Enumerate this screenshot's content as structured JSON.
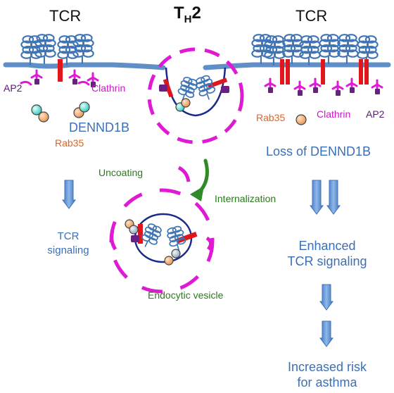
{
  "title": {
    "main": "T",
    "sub": "H",
    "suffix": "2"
  },
  "left": {
    "header": "TCR",
    "ap2": "AP2",
    "clathrin": "Clathrin",
    "dennd1b": "DENND1B",
    "rab35": "Rab35",
    "outcome": [
      "TCR",
      "signaling"
    ]
  },
  "right": {
    "header": "TCR",
    "rab35": "Rab35",
    "clathrin": "Clathrin",
    "ap2": "AP2",
    "loss": "Loss of DENND1B",
    "enhanced": [
      "Enhanced",
      "TCR signaling"
    ],
    "risk": [
      "Increased risk",
      "for asthma"
    ]
  },
  "center": {
    "uncoating": "Uncoating",
    "internalization": "Internalization",
    "vesicle": "Endocytic vesicle"
  },
  "colors": {
    "membrane": "#5f8fc6",
    "receptor": "#3f74b5",
    "clathrin": "#e01ad4",
    "ap2": "#6b1e86",
    "red_bar": "#e0161c",
    "rab35": "#f0b27a",
    "teal": "#6fe0d8",
    "arrow_blue": "#5a8fd0",
    "arrow_green": "#2f8a28",
    "text_blue": "#3b6fb7",
    "text_orange": "#e8621a",
    "text_green": "#2c7a1e",
    "text_magenta": "#d014c8",
    "text_purple": "#5a1a78"
  }
}
